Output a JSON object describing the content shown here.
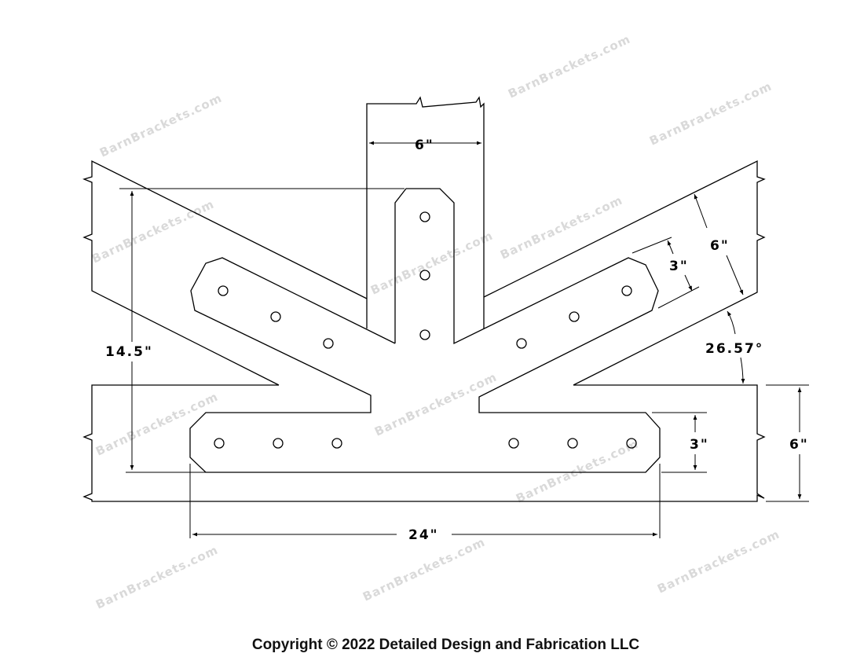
{
  "watermark": "BarnBrackets.com",
  "dimensions": {
    "post_width": "6\"",
    "bracket_height": "14.5\"",
    "arm_plate_width": "3\"",
    "rafter_depth": "6\"",
    "angle": "26.57°",
    "bottom_plate_width": "3\"",
    "beam_depth": "6\"",
    "bracket_length": "24\""
  },
  "copyright": "Copyright © 2022 Detailed Design and Fabrication LLC"
}
